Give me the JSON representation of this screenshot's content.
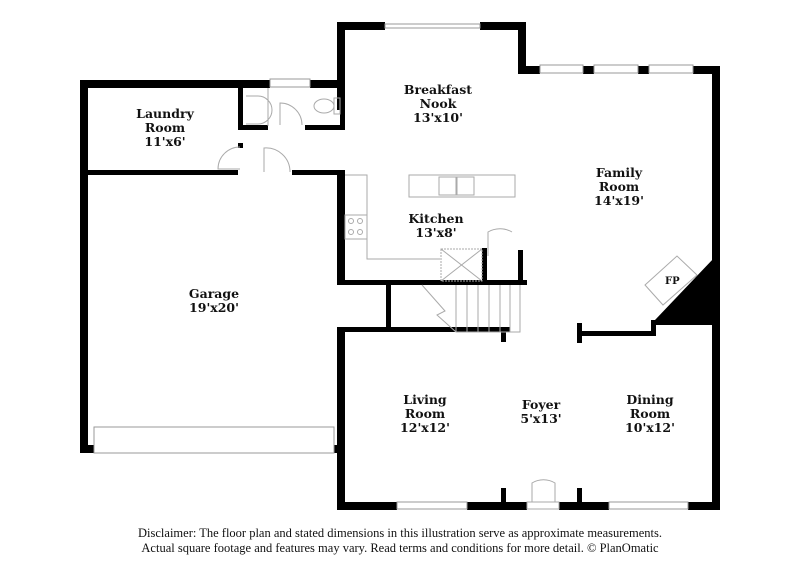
{
  "rooms": [
    {
      "id": "laundry",
      "name_line1": "Laundry",
      "name_line2": "Room",
      "dims": "11'x6'"
    },
    {
      "id": "breakfast",
      "name_line1": "Breakfast",
      "name_line2": "Nook",
      "dims": "13'x10'"
    },
    {
      "id": "family",
      "name_line1": "Family",
      "name_line2": "Room",
      "dims": "14'x19'"
    },
    {
      "id": "kitchen",
      "name_line1": "Kitchen",
      "dims": "13'x8'"
    },
    {
      "id": "garage",
      "name_line1": "Garage",
      "dims": "19'x20'"
    },
    {
      "id": "living",
      "name_line1": "Living",
      "name_line2": "Room",
      "dims": "12'x12'"
    },
    {
      "id": "foyer",
      "name_line1": "Foyer",
      "dims": "5'x13'"
    },
    {
      "id": "dining",
      "name_line1": "Dining",
      "name_line2": "Room",
      "dims": "10'x12'"
    }
  ],
  "fixtures": {
    "fireplace_label": "FP"
  },
  "disclaimer": {
    "line1": "Disclaimer: The floor plan and stated dimensions in this illustration serve as approximate measurements.",
    "line2": "Actual square footage and features may vary. Read terms and conditions for more detail. © PlanOmatic"
  },
  "colors": {
    "wall": "#000000",
    "fixture": "#aaaaaa",
    "background": "#ffffff"
  }
}
